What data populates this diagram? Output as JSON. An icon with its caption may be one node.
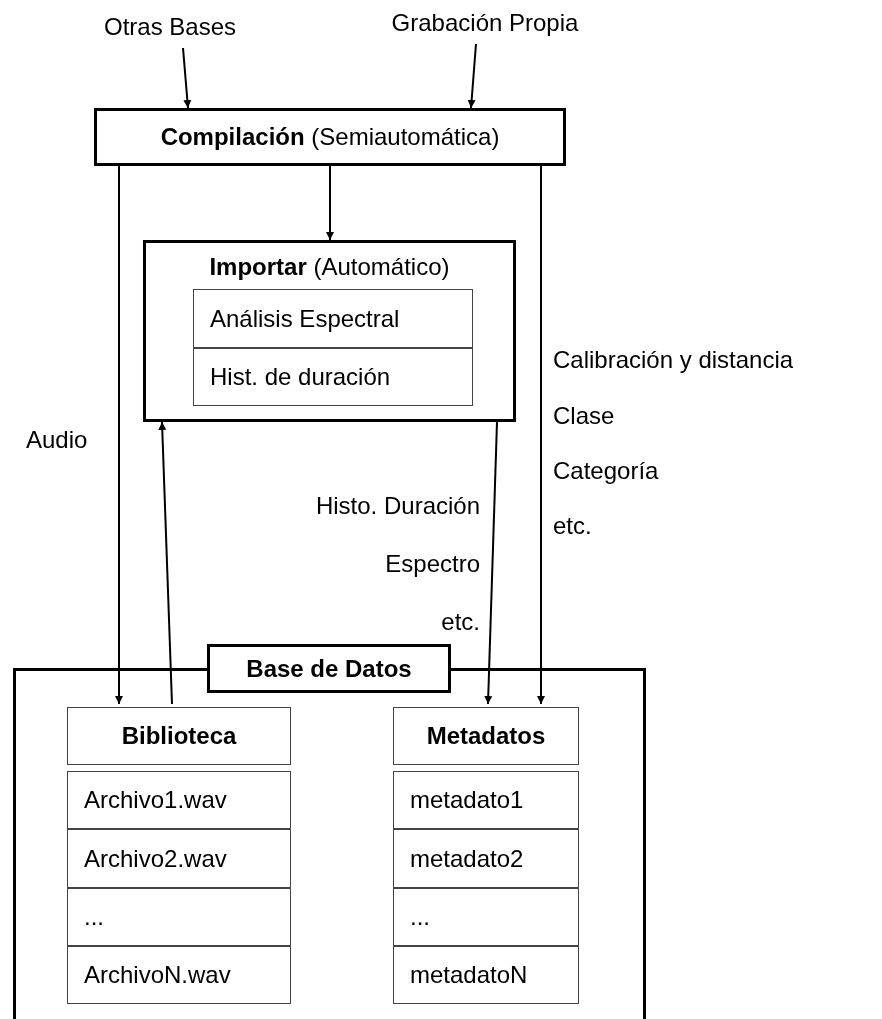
{
  "diagram": {
    "nodes": [
      {
        "text": [
          "Otras Bases"
        ]
      },
      {
        "text": [
          "Grabación Propia"
        ]
      },
      {
        "text": [
          "**Compilación** (Semiautomática)"
        ]
      },
      {
        "text": [
          "**Importar** (Automático)"
        ]
      },
      {
        "text": [
          "Análisis Espectral"
        ],
        "in": 3
      },
      {
        "text": [
          "Hist. de duración"
        ],
        "in": 3
      },
      {
        "text": [
          "Base de Datos"
        ]
      },
      {
        "text": [
          "Biblioteca"
        ],
        "in": 6
      },
      {
        "text": [
          "Archivo1.wav"
        ],
        "in": 6
      },
      {
        "text": [
          "Archivo2.wav"
        ],
        "in": 6
      },
      {
        "text": [
          "..."
        ],
        "in": 6
      },
      {
        "text": [
          "ArchivoN.wav"
        ],
        "in": 6
      },
      {
        "text": [
          "Metadatos"
        ],
        "in": 6
      },
      {
        "text": [
          "metadato1"
        ],
        "in": 6
      },
      {
        "text": [
          "metadato2"
        ],
        "in": 6
      },
      {
        "text": [
          "..."
        ],
        "in": 6
      },
      {
        "text": [
          "metadatoN"
        ],
        "in": 6
      }
    ],
    "edges": [
      {
        "from": 0,
        "to": 2,
        "arrow": "to"
      },
      {
        "from": 1,
        "to": 2,
        "arrow": "to"
      },
      {
        "from": 2,
        "to": 3,
        "arrow": "to"
      },
      {
        "from": 2,
        "to": 7,
        "arrow": "to",
        "label": "Audio"
      },
      {
        "from": 7,
        "to": 3,
        "arrow": "to"
      },
      {
        "from": 3,
        "to": 12,
        "arrow": "to"
      },
      {
        "from": 2,
        "to": 12,
        "arrow": "to"
      }
    ],
    "labels": [
      "Histo. Duración",
      "Espectro",
      "etc.",
      "Calibración y distancia",
      "Clase",
      "Categoría",
      "etc."
    ]
  }
}
